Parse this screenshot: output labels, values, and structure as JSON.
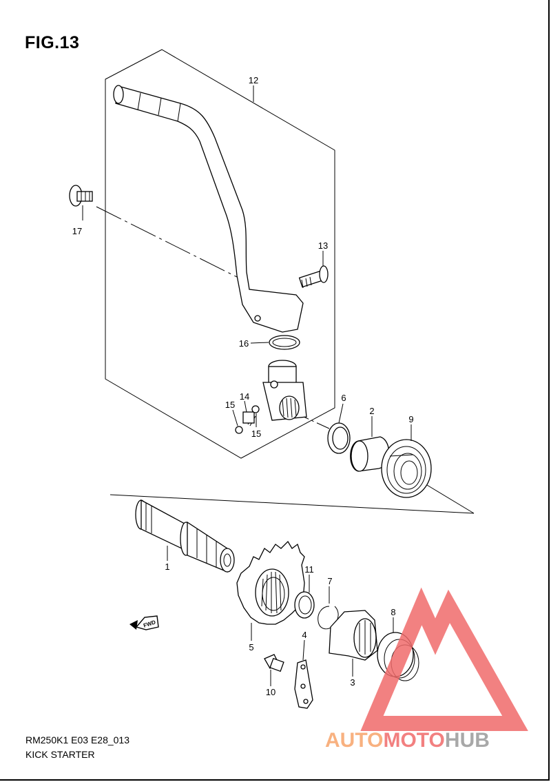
{
  "figure": {
    "title": "FIG.13"
  },
  "footer": {
    "code": "RM250K1 E03 E28_013",
    "name": "KICK STARTER"
  },
  "direction_badge": "FWD",
  "watermark": {
    "part1": "AUTO",
    "part2": "MOTO",
    "part3": "HUB",
    "colors": [
      "#f7a46a",
      "#f06b6b",
      "#9a9a9a"
    ]
  },
  "callouts": [
    {
      "id": "c1",
      "text": "1"
    },
    {
      "id": "c2",
      "text": "2"
    },
    {
      "id": "c3",
      "text": "3"
    },
    {
      "id": "c4",
      "text": "4"
    },
    {
      "id": "c5",
      "text": "5"
    },
    {
      "id": "c6",
      "text": "6"
    },
    {
      "id": "c7",
      "text": "7"
    },
    {
      "id": "c8",
      "text": "8"
    },
    {
      "id": "c9",
      "text": "9"
    },
    {
      "id": "c10",
      "text": "10"
    },
    {
      "id": "c11",
      "text": "11"
    },
    {
      "id": "c12",
      "text": "12"
    },
    {
      "id": "c13",
      "text": "13"
    },
    {
      "id": "c14",
      "text": "14"
    },
    {
      "id": "c15a",
      "text": "15"
    },
    {
      "id": "c15b",
      "text": "15"
    },
    {
      "id": "c16",
      "text": "16"
    },
    {
      "id": "c17",
      "text": "17"
    }
  ]
}
